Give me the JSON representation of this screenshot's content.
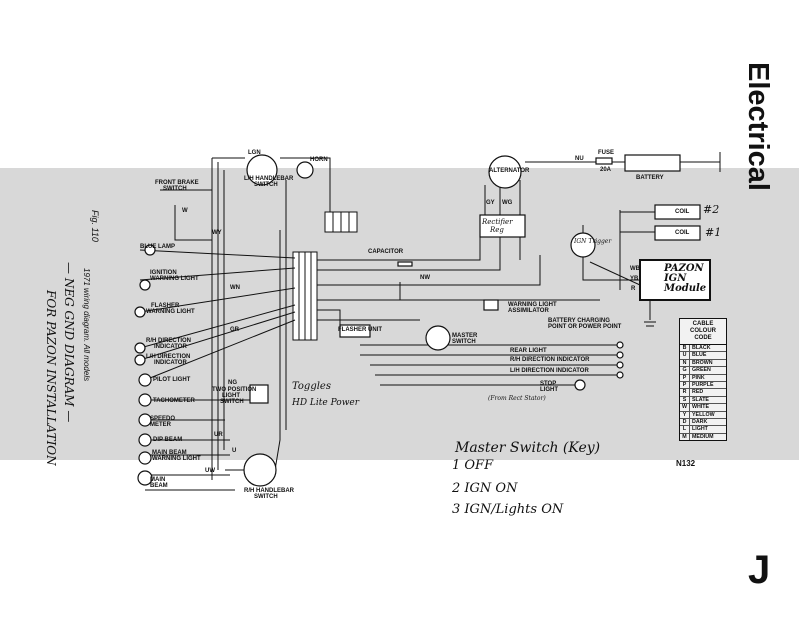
{
  "page_title": "Electrical",
  "section_letter": "J",
  "figure": {
    "number": "Fig. 110",
    "caption": "1971 wiring diagram. All models",
    "code": "N132"
  },
  "handwritten": {
    "title_line1": "— NEG GND DIAGRAM —",
    "title_line2": "FOR PAZON INSTALLATION",
    "toggles_note_1": "Toggles",
    "toggles_note_2": "HD Lite Power",
    "ign_trigger": "IGN Trigger",
    "coil_2": "#2",
    "coil_1": "#1",
    "pazon_1": "PAZON",
    "pazon_2": "IGN",
    "pazon_3": "Module",
    "rectifier_1": "Rectifier",
    "rectifier_2": "Reg",
    "rear_note": "(From Rect Stator)",
    "master_heading": "Master Switch (Key)",
    "master_1": "1 OFF",
    "master_2": "2 IGN ON",
    "master_3": "3 IGN/Lights ON"
  },
  "components": {
    "horn": "HORN",
    "lh_switch_1": "L/H HANDLEBAR",
    "lh_switch_2": "SWITCH",
    "front_brake_1": "FRONT BRAKE",
    "front_brake_2": "SWITCH",
    "alternator": "ALTERNATOR",
    "fuse": "FUSE",
    "fuse_rating": "20A",
    "battery": "BATTERY",
    "coil_a": "COIL",
    "coil_b": "COIL",
    "blue_lamp": "BLUE LAMP",
    "ign_warning_1": "IGNITION",
    "ign_warning_2": "WARNING LIGHT",
    "capacitor": "CAPACITOR",
    "flasher_warning_1": "FLASHER",
    "flasher_warning_2": "WARNING LIGHT",
    "warning_assim_1": "WARNING LIGHT",
    "warning_assim_2": "ASSIMILATOR",
    "charging_1": "BATTERY CHARGING",
    "charging_2": "POINT OR POWER POINT",
    "rh_dir_1": "R/H DIRECTION",
    "rh_dir_2": "INDICATOR",
    "lh_dir_1": "L/H DIRECTION",
    "lh_dir_2": "INDICATOR",
    "flasher_unit": "FLASHER UNIT",
    "master_switch_1": "MASTER",
    "master_switch_2": "SWITCH",
    "pilot_light": "PILOT LIGHT",
    "rear_light": "REAR LIGHT",
    "rh_dir_rear": "R/H DIRECTION INDICATOR",
    "lh_dir_rear": "L/H DIRECTION INDICATOR",
    "stop_1": "STOP",
    "stop_2": "LIGHT",
    "tachometer": "TACHOMETER",
    "two_pos_1": "TWO POSITION",
    "two_pos_2": "LIGHT",
    "two_pos_3": "SWITCH",
    "speedo_1": "SPEEDO",
    "speedo_2": "METER",
    "dip_beam": "DIP BEAM",
    "main_warning_1": "MAIN BEAM",
    "main_warning_2": "WARNING LIGHT",
    "main_beam_1": "MAIN",
    "main_beam_2": "BEAM",
    "rh_switch_1": "R/H HANDLEBAR",
    "rh_switch_2": "SWITCH"
  },
  "wire_codes": {
    "lgn": "LGN",
    "nu": "NU",
    "gy": "GY",
    "wg": "WG",
    "wy": "WY",
    "w": "W",
    "wn": "WN",
    "gr": "GR",
    "ng": "NG",
    "wb": "WB",
    "yb": "YB",
    "r": "R",
    "u": "U",
    "ur": "UR",
    "uw": "UW",
    "nw": "NW"
  },
  "cable_colour_code": {
    "title_1": "CABLE",
    "title_2": "COLOUR",
    "title_3": "CODE",
    "rows": [
      {
        "k": "B",
        "v": "BLACK"
      },
      {
        "k": "U",
        "v": "BLUE"
      },
      {
        "k": "N",
        "v": "BROWN"
      },
      {
        "k": "G",
        "v": "GREEN"
      },
      {
        "k": "P",
        "v": "PINK"
      },
      {
        "k": "P",
        "v": "PURPLE"
      },
      {
        "k": "R",
        "v": "RED"
      },
      {
        "k": "S",
        "v": "SLATE"
      },
      {
        "k": "W",
        "v": "WHITE"
      },
      {
        "k": "Y",
        "v": "YELLOW"
      },
      {
        "k": "D",
        "v": "DARK"
      },
      {
        "k": "L",
        "v": "LIGHT"
      },
      {
        "k": "M",
        "v": "MEDIUM"
      }
    ]
  }
}
